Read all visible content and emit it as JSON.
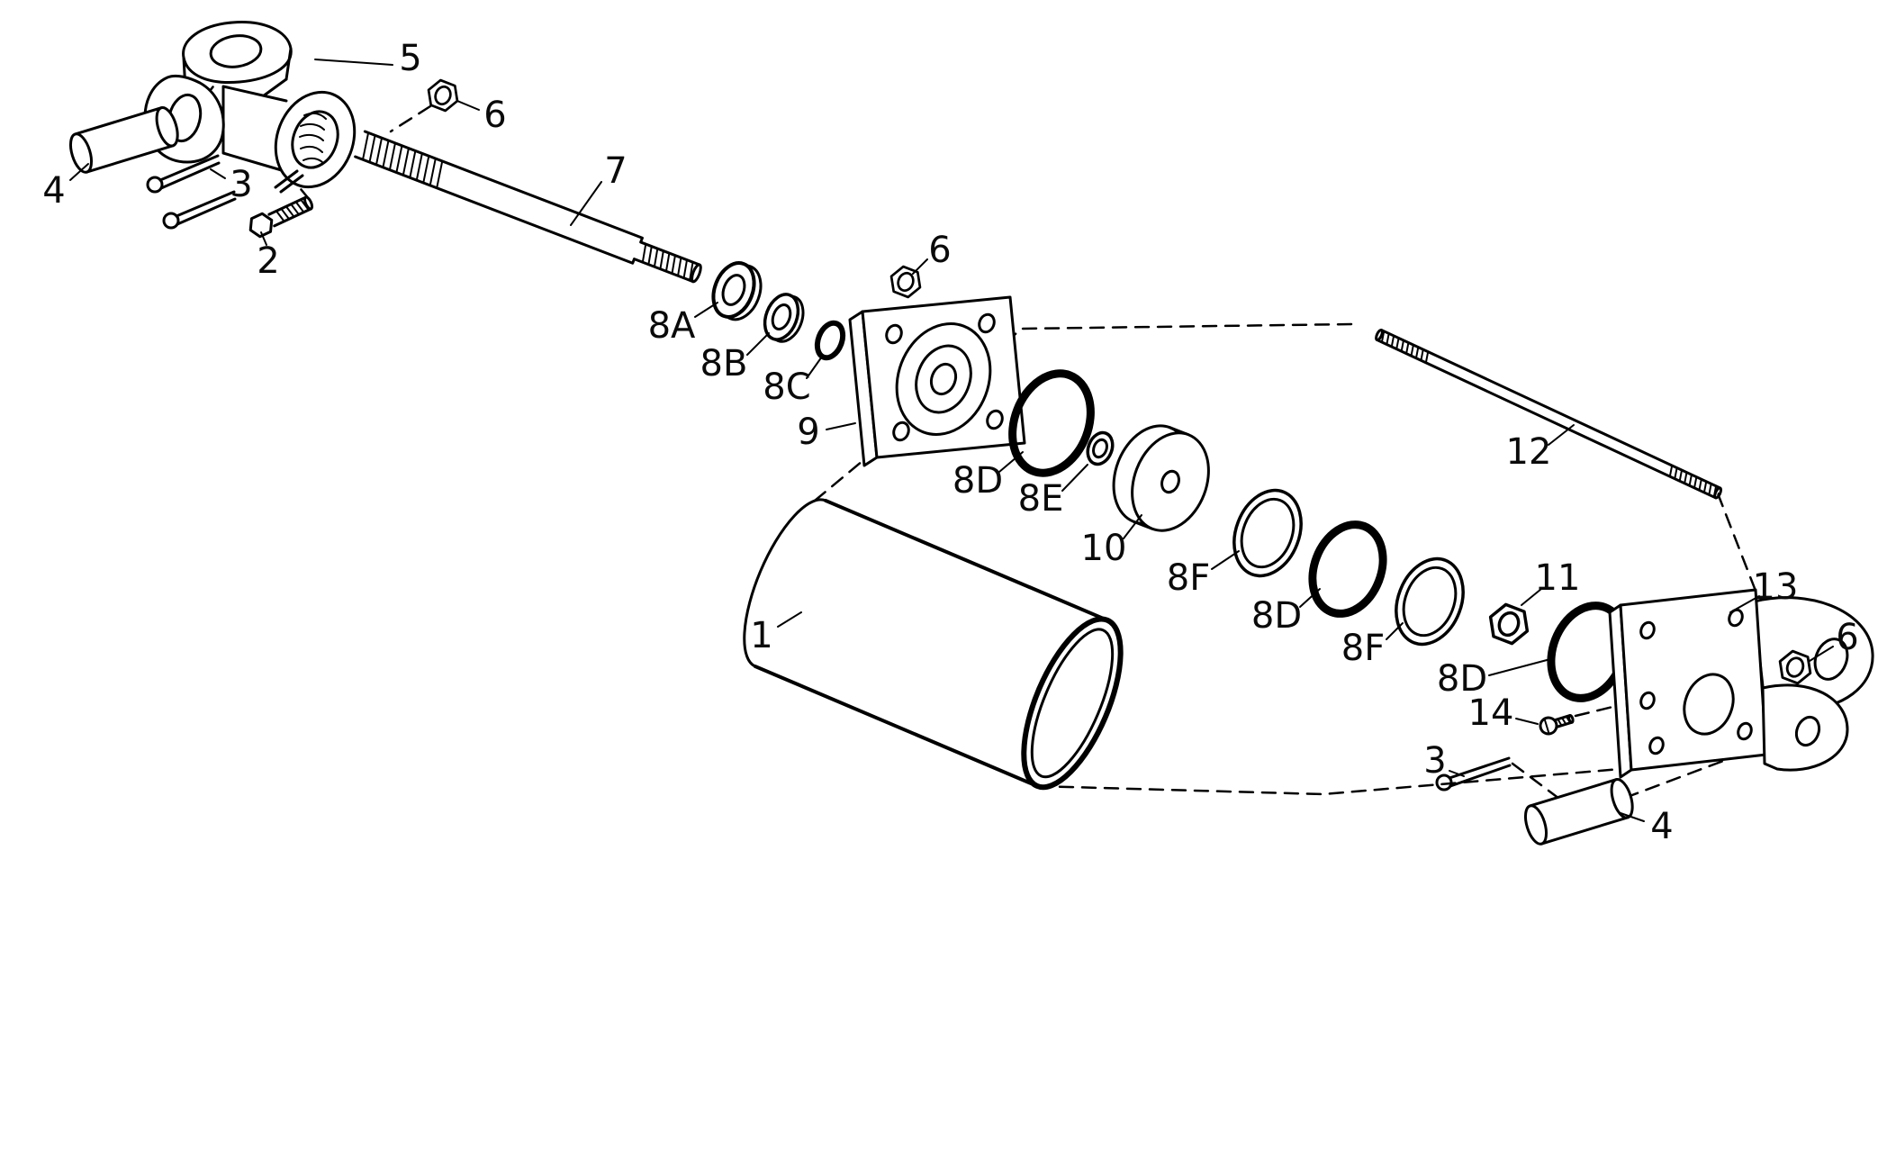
{
  "figure": {
    "background_color": "#ffffff",
    "line_color": "#000000"
  },
  "labels": {
    "part1": "1",
    "part2": "2",
    "part3_top": "3",
    "part3_bottom": "3",
    "part4_top": "4",
    "part4_bottom": "4",
    "part5": "5",
    "part6_top": "6",
    "part6_mid": "6",
    "part6_right": "6",
    "part7": "7",
    "part8a": "8A",
    "part8b": "8B",
    "part8c": "8C",
    "part8d_1": "8D",
    "part8e": "8E",
    "part10": "10",
    "part8f_1": "8F",
    "part8d_2": "8D",
    "part8f_2": "8F",
    "part8d_3": "8D",
    "part11": "11",
    "part12": "12",
    "part13": "13",
    "part14": "14",
    "part9": "9"
  }
}
